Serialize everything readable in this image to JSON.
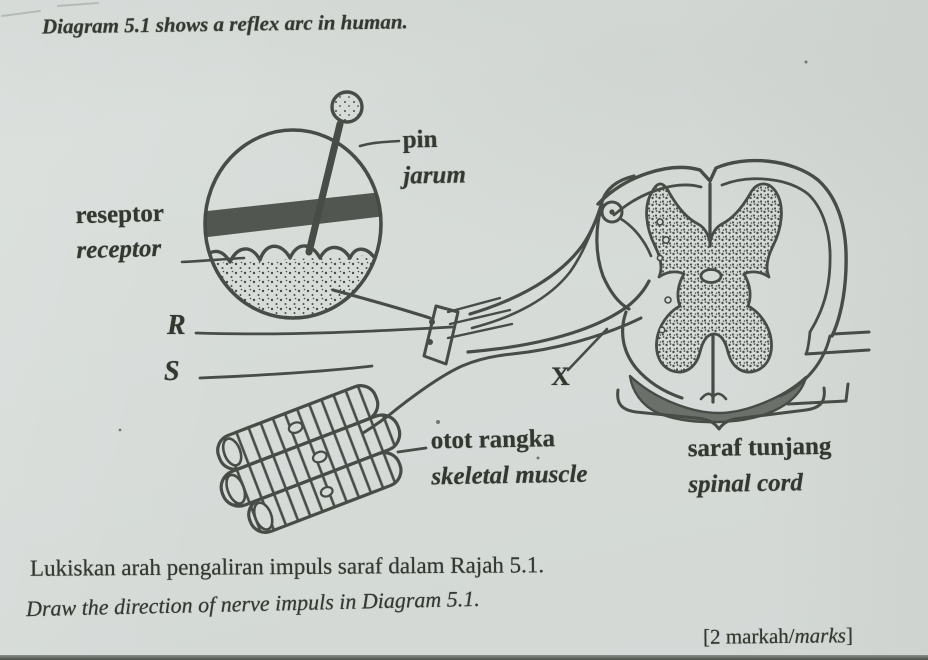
{
  "page": {
    "title": "Diagram 5.1 shows a reflex arc in human.",
    "question_ms": "Lukiskan arah pengaliran impuls saraf dalam Rajah 5.1.",
    "question_en": "Draw the direction of nerve impuls in Diagram 5.1.",
    "marks": {
      "prefix": "[2 markah/",
      "italic": "marks",
      "suffix": "]"
    }
  },
  "diagram": {
    "labels": {
      "pin": {
        "ms": "pin",
        "en": "jarum"
      },
      "receptor": {
        "ms": "reseptor",
        "en": "receptor"
      },
      "r": "R",
      "s": "S",
      "x": "X",
      "muscle": {
        "ms": "otot rangka",
        "en": "skeletal muscle"
      },
      "spinal_cord": {
        "ms": "saraf tunjang",
        "en": "spinal cord"
      }
    }
  },
  "colors": {
    "paper": "#d7dcd8",
    "ink": "#3b403a"
  }
}
